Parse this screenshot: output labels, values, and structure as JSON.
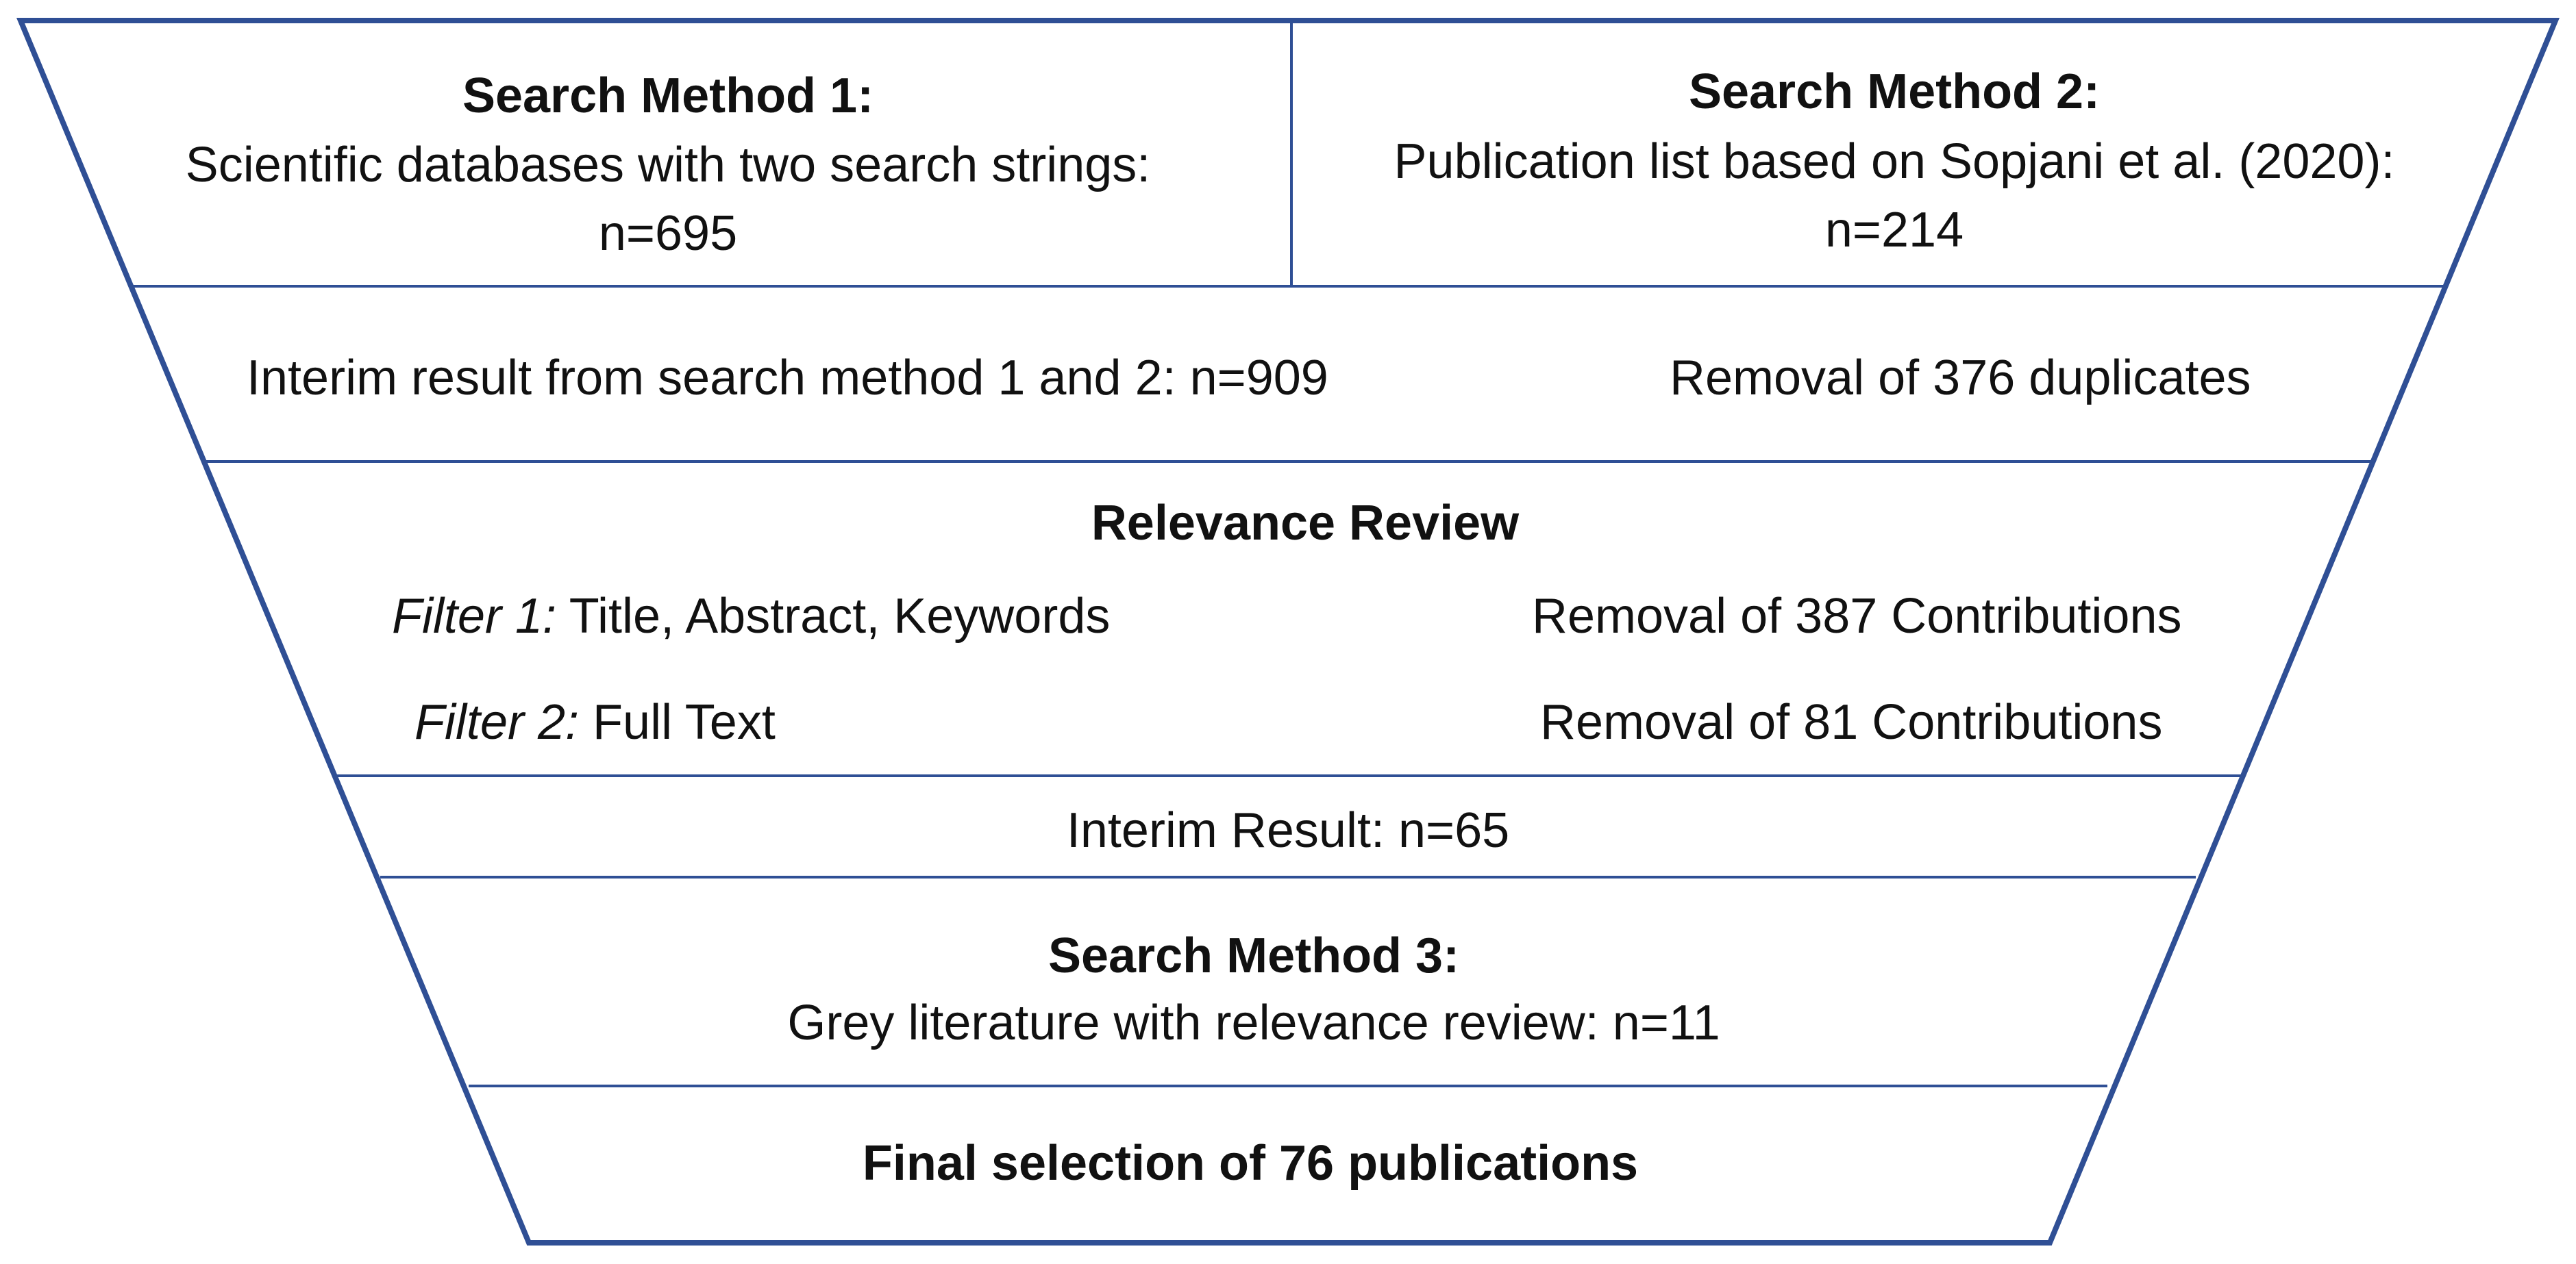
{
  "colors": {
    "line": "#2f4f95",
    "text": "#111111",
    "background": "#ffffff"
  },
  "section1": {
    "left": {
      "title": "Search Method 1:",
      "line1": "Scientific databases with two search strings:",
      "line2": "n=695"
    },
    "right": {
      "title": "Search Method 2:",
      "line1": "Publication list based on Sopjani et al. (2020):",
      "line2": "n=214"
    }
  },
  "section2": {
    "left": "Interim result from search method 1 and 2: n=909",
    "right": "Removal of 376 duplicates"
  },
  "section3": {
    "title": "Relevance Review",
    "filter1": {
      "label": "Filter 1:",
      "text": " Title, Abstract, Keywords",
      "removal": "Removal of 387 Contributions"
    },
    "filter2": {
      "label": "Filter 2:",
      "text": " Full Text",
      "removal": "Removal of 81 Contributions"
    }
  },
  "section4": {
    "text": "Interim Result: n=65"
  },
  "section5": {
    "title": "Search Method 3:",
    "text": "Grey literature with relevance review: n=11"
  },
  "section6": {
    "text": "Final selection of 76 publications"
  }
}
